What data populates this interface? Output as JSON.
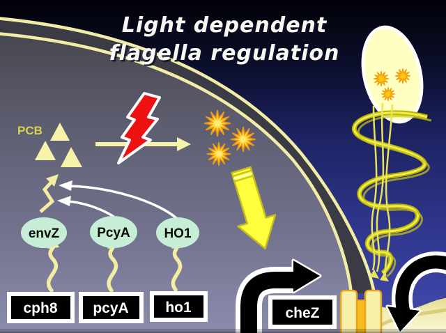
{
  "slide": {
    "title": {
      "line1": "Light dependent",
      "line2": "flagella regulation"
    },
    "chromophore_label": "PCB",
    "proteins": [
      {
        "label": "envZ"
      },
      {
        "label": "PcyA"
      },
      {
        "label": "HO1"
      }
    ],
    "genes": [
      {
        "label": "cph8"
      },
      {
        "label": "pcyA"
      },
      {
        "label": "ho1"
      },
      {
        "label": "cheZ"
      }
    ],
    "colors": {
      "membrane_line": "#f2eda6",
      "membrane_gap": "#3b3b45",
      "cell_interior_top": "#4a4a57",
      "cell_interior_bottom": "#8c8cae",
      "outside_top": "#020208",
      "outside_bottom": "#454dae",
      "lightning_red": "#ee1111",
      "starburst_yellow": "#ffd21c",
      "starburst_edge": "#ef9718",
      "protein_ellipse_green": "#c6eed6",
      "gene_box_black": "#000000",
      "big_arrow_yellow": "#ffff3c",
      "pale_yellow": "#f2eda6",
      "bacterium_fill": "#ffffc2",
      "cream_region": "#f2eeb8",
      "channel_orange": "#f7bd1c"
    }
  }
}
